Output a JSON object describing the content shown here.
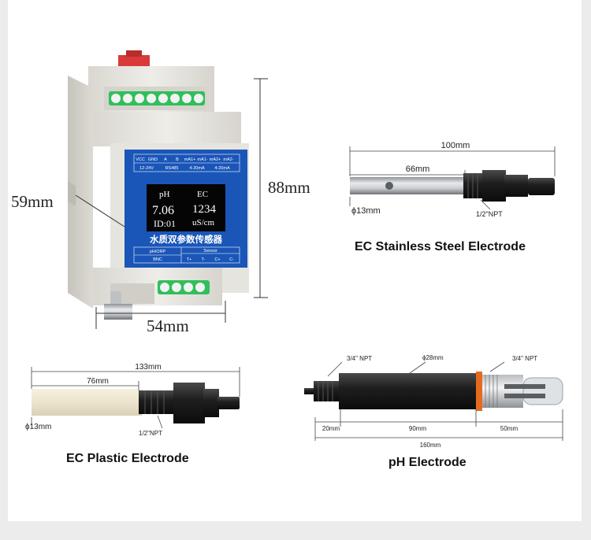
{
  "module": {
    "dims": {
      "height": "88mm",
      "depth": "59mm",
      "width": "54mm"
    },
    "labels": {
      "row1": [
        "VCC",
        "GND",
        "A",
        "B",
        "mA1+",
        "mA1-",
        "mA2+",
        "mA2-"
      ],
      "row2": [
        "12-24V",
        "RS485",
        "4-20mA",
        "4-20mA"
      ],
      "bottom_left_1": "pH/ORP",
      "bottom_left_2": "BNC",
      "sensor": "Sensor",
      "sensor_pins": [
        "T+",
        "T-",
        "C+",
        "C-"
      ]
    },
    "screen": {
      "h1": "pH",
      "h2": "EC",
      "v1": "7.06",
      "v2": "1234",
      "id": "ID:01",
      "unit": "uS/cm"
    },
    "name": "水质双参数传感器"
  },
  "ec_steel": {
    "caption": "EC Stainless Steel Electrode",
    "total": "100mm",
    "partial": "66mm",
    "diameter": "ϕ13mm",
    "thread": "1/2\"NPT"
  },
  "ec_plastic": {
    "caption": "EC Plastic Electrode",
    "total": "133mm",
    "partial": "76mm",
    "diameter": "ϕ13mm",
    "thread": "1/2\"NPT"
  },
  "ph": {
    "caption": "pH Electrode",
    "npt_left": "3/4\" NPT",
    "diameter": "ϕ28mm",
    "npt_right": "3/4\" NPT",
    "seg1": "20mm",
    "seg2": "90mm",
    "seg3": "50mm",
    "total": "160mm"
  },
  "colors": {
    "module_blue": "#1a56b8",
    "body": "#e9e7e1",
    "terminal_green": "#2fbf5b",
    "latch_red": "#d93a3a",
    "oring": "#e36a1e"
  }
}
